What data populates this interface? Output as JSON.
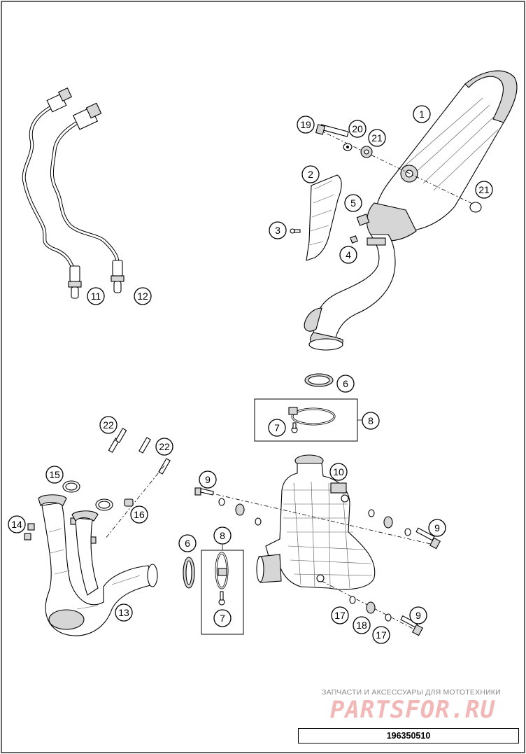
{
  "callouts": {
    "c1": "1",
    "c2": "2",
    "c3": "3",
    "c4": "4",
    "c5": "5",
    "c6a": "6",
    "c6b": "6",
    "c7a": "7",
    "c7b": "7",
    "c8a": "8",
    "c8b": "8",
    "c9a": "9",
    "c9b": "9",
    "c9c": "9",
    "c10": "10",
    "c11": "11",
    "c12": "12",
    "c13": "13",
    "c14": "14",
    "c15": "15",
    "c16": "16",
    "c17a": "17",
    "c17b": "17",
    "c18": "18",
    "c19": "19",
    "c20": "20",
    "c21a": "21",
    "c21b": "21",
    "c22a": "22",
    "c22b": "22"
  },
  "watermark": {
    "caption": "ЗАПЧАСТИ И АКСЕССУАРЫ ДЛЯ МОТОТЕХНИКИ",
    "logo": "PARTSFOR.RU"
  },
  "reference_number": "196350510"
}
